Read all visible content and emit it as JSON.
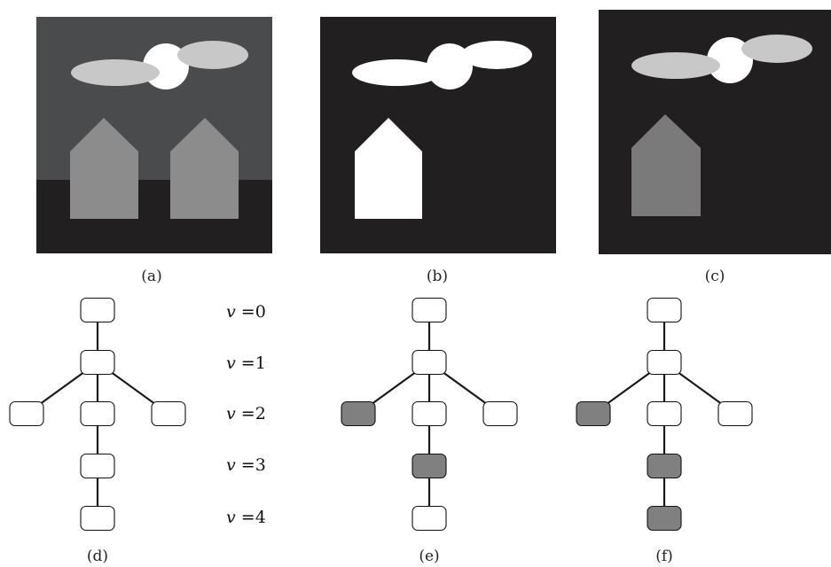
{
  "colors": {
    "panel_a_sky": "#4a4b4d",
    "panel_a_ground": "#221f20",
    "panel_dark_bg": "#221f20",
    "house_gray": "#8c8c8d",
    "house_white": "#ffffff",
    "house_mid_gray": "#7a7a7b",
    "sun_white": "#ffffff",
    "cloud_light_gray": "#c8c8c9",
    "node_gray": "#808080",
    "node_white": "#ffffff",
    "edge": "#1a1a1a"
  },
  "captions": {
    "a": "(a)",
    "b": "(b)",
    "c": "(c)",
    "d": "(d)",
    "e": "(e)",
    "f": "(f)"
  },
  "levels": [
    {
      "var": "v",
      "eq": " =0"
    },
    {
      "var": "v",
      "eq": " =1"
    },
    {
      "var": "v",
      "eq": " =2"
    },
    {
      "var": "v",
      "eq": " =3"
    },
    {
      "var": "v",
      "eq": " =4"
    }
  ],
  "trees": {
    "nodes": [
      "root",
      "mid",
      "left",
      "center",
      "right",
      "c3",
      "c4"
    ],
    "edges": [
      [
        "root",
        "mid"
      ],
      [
        "mid",
        "left"
      ],
      [
        "mid",
        "center"
      ],
      [
        "mid",
        "right"
      ],
      [
        "center",
        "c3"
      ],
      [
        "c3",
        "c4"
      ]
    ],
    "d": {
      "highlighted": []
    },
    "e": {
      "highlighted": [
        "left",
        "c3"
      ]
    },
    "f": {
      "highlighted": [
        "left",
        "c3",
        "c4"
      ]
    }
  }
}
